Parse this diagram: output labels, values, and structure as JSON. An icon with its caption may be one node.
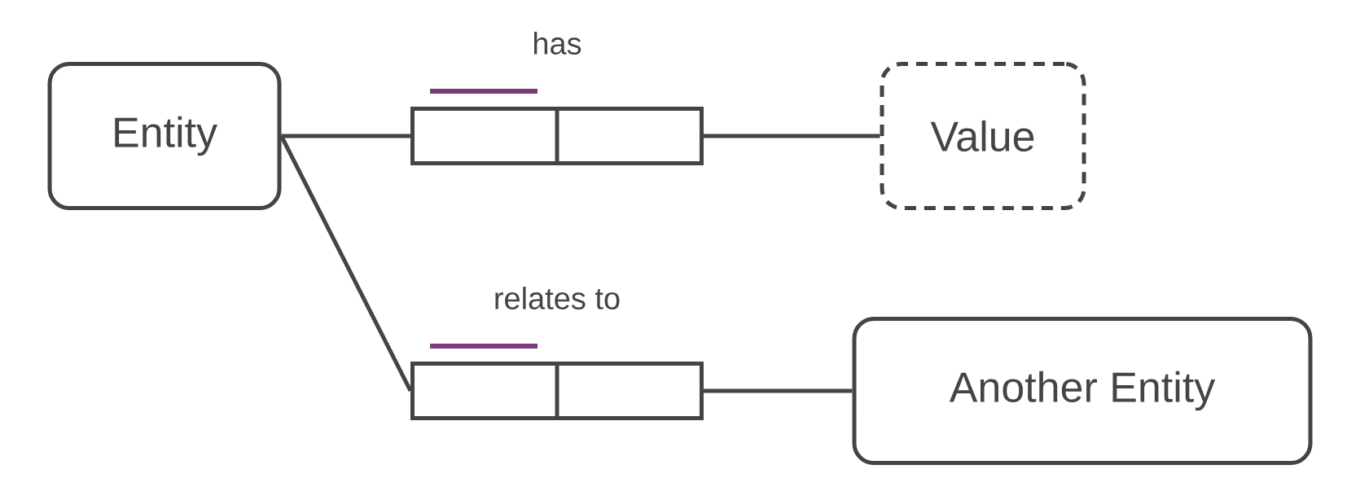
{
  "diagram": {
    "nodes": [
      {
        "text": [
          "Entity"
        ]
      },
      {
        "text": [],
        "shape": "box",
        "beside": [
          "has"
        ]
      },
      {
        "text": [
          "Value"
        ]
      },
      {
        "text": [],
        "shape": "box",
        "beside": [
          "relates to"
        ]
      },
      {
        "text": [
          "Another Entity"
        ]
      }
    ],
    "edges": [
      {
        "from": 0,
        "to": 1,
        "arrow": "none"
      },
      {
        "from": 1,
        "to": 2,
        "arrow": "none"
      },
      {
        "from": 0,
        "to": 3,
        "arrow": "none"
      },
      {
        "from": 3,
        "to": 4,
        "arrow": "none"
      }
    ]
  }
}
